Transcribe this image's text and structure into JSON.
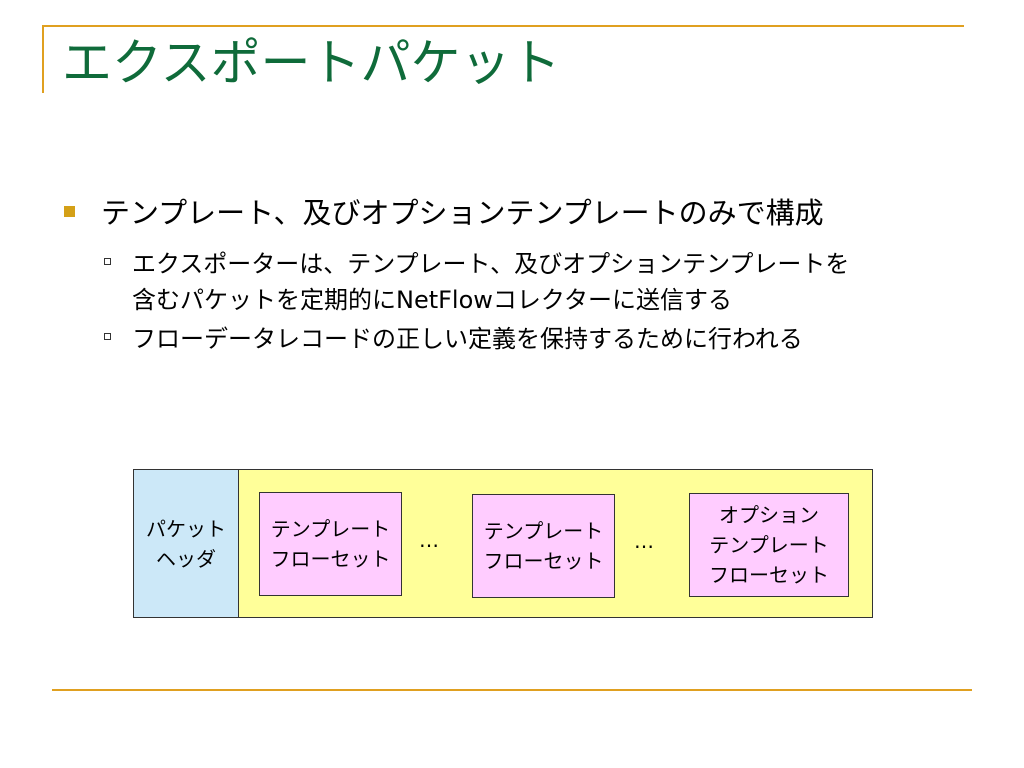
{
  "slide": {
    "title": "エクスポートパケット",
    "bullets": [
      {
        "text": "テンプレート、及びオプションテンプレートのみで構成",
        "sub": [
          {
            "text": "エクスポーターは、テンプレート、及びオプションテンプレートを\n含むパケットを定期的にNetFlowコレクターに送信する"
          },
          {
            "text": "フローデータレコードの正しい定義を保持するために行われる"
          }
        ]
      }
    ]
  },
  "diagram": {
    "header_label": "パケット\nヘッダ",
    "flowsets": [
      {
        "label": "テンプレート\nフローセット"
      },
      {
        "label": "テンプレート\nフローセット"
      },
      {
        "label": "オプション\nテンプレート\nフローセット"
      }
    ],
    "separators": [
      "…",
      "…"
    ]
  },
  "colors": {
    "title": "#0f6b3a",
    "accent": "#e0a020",
    "bullet": "#d4a017",
    "container": "#ffff99",
    "header_box": "#cce8f8",
    "flowset_box": "#ffccff"
  }
}
